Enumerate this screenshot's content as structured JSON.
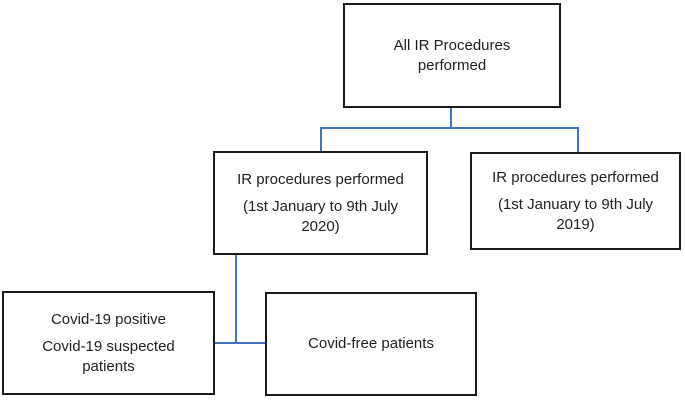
{
  "diagram": {
    "type": "flowchart",
    "nodes": {
      "all_procedures": {
        "label": "All IR Procedures performed"
      },
      "procedures_2020": {
        "label": "IR procedures performed",
        "sublabel": "(1st January to 9th July 2020)"
      },
      "procedures_2019": {
        "label": "IR procedures performed",
        "sublabel": "(1st January to 9th July 2019)"
      },
      "covid_patients": {
        "label": "Covid-19 positive",
        "sublabel": "Covid-19 suspected patients"
      },
      "covid_free": {
        "label": "Covid-free patients"
      }
    },
    "edges": [
      {
        "from": "all_procedures",
        "to": "procedures_2020"
      },
      {
        "from": "all_procedures",
        "to": "procedures_2019"
      },
      {
        "from": "procedures_2020",
        "to": "covid_patients"
      },
      {
        "from": "procedures_2020",
        "to": "covid_free"
      }
    ],
    "colors": {
      "connector_blue": "#4472C4",
      "box_border": "#1a1a1a",
      "text": "#1f1f1f",
      "background": "#ffffff"
    }
  }
}
